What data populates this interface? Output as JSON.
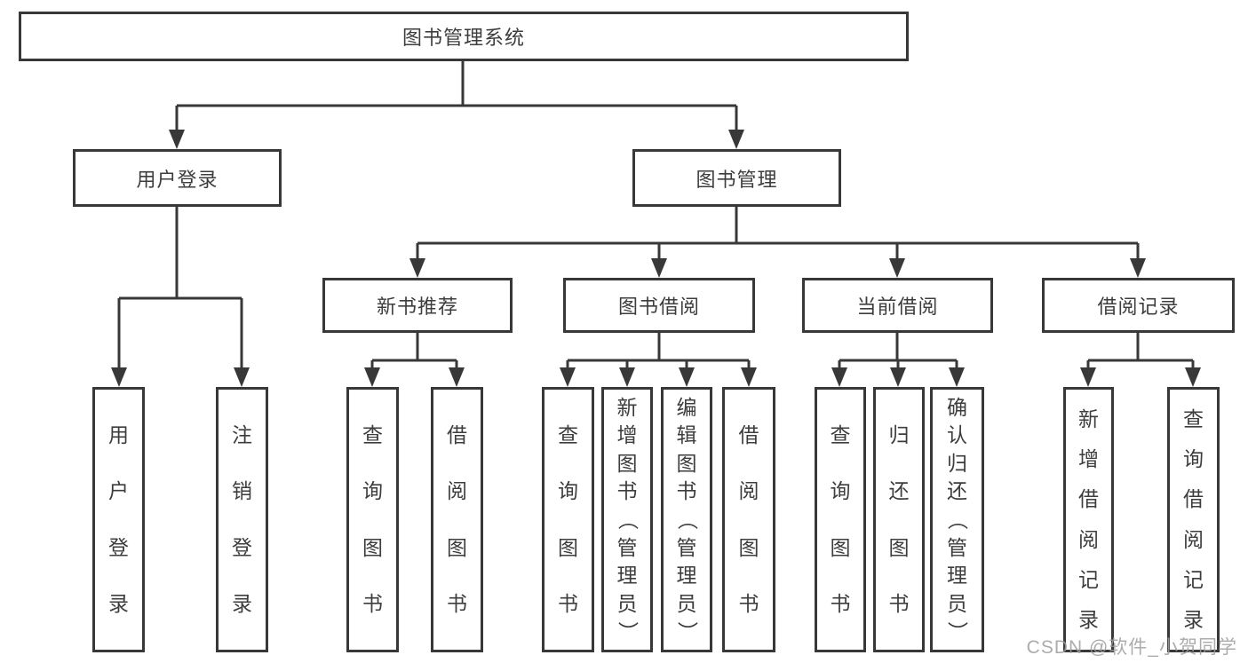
{
  "colors": {
    "line": "#383838",
    "box_border": "#383838",
    "text": "#3d3d3d",
    "watermark": "#9e9e9e",
    "background": "#ffffff"
  },
  "watermark": {
    "text": "CSDN @软件_小贺同学"
  },
  "tree": {
    "root": {
      "label": "图书管理系统",
      "children": [
        {
          "label": "用户登录",
          "children": [
            {
              "label": "用户登录"
            },
            {
              "label": "注销登录"
            }
          ]
        },
        {
          "label": "图书管理",
          "children": [
            {
              "label": "新书推荐",
              "children": [
                {
                  "label": "查询图书"
                },
                {
                  "label": "借阅图书"
                }
              ]
            },
            {
              "label": "图书借阅",
              "children": [
                {
                  "label": "查询图书"
                },
                {
                  "label": "新增图书（管理员）"
                },
                {
                  "label": "编辑图书（管理员）"
                },
                {
                  "label": "借阅图书"
                }
              ]
            },
            {
              "label": "当前借阅",
              "children": [
                {
                  "label": "查询图书"
                },
                {
                  "label": "归还图书"
                },
                {
                  "label": "确认归还（管理员）"
                }
              ]
            },
            {
              "label": "借阅记录",
              "children": [
                {
                  "label": "新增借阅记录"
                },
                {
                  "label": "查询借阅记录"
                }
              ]
            }
          ]
        }
      ]
    }
  }
}
